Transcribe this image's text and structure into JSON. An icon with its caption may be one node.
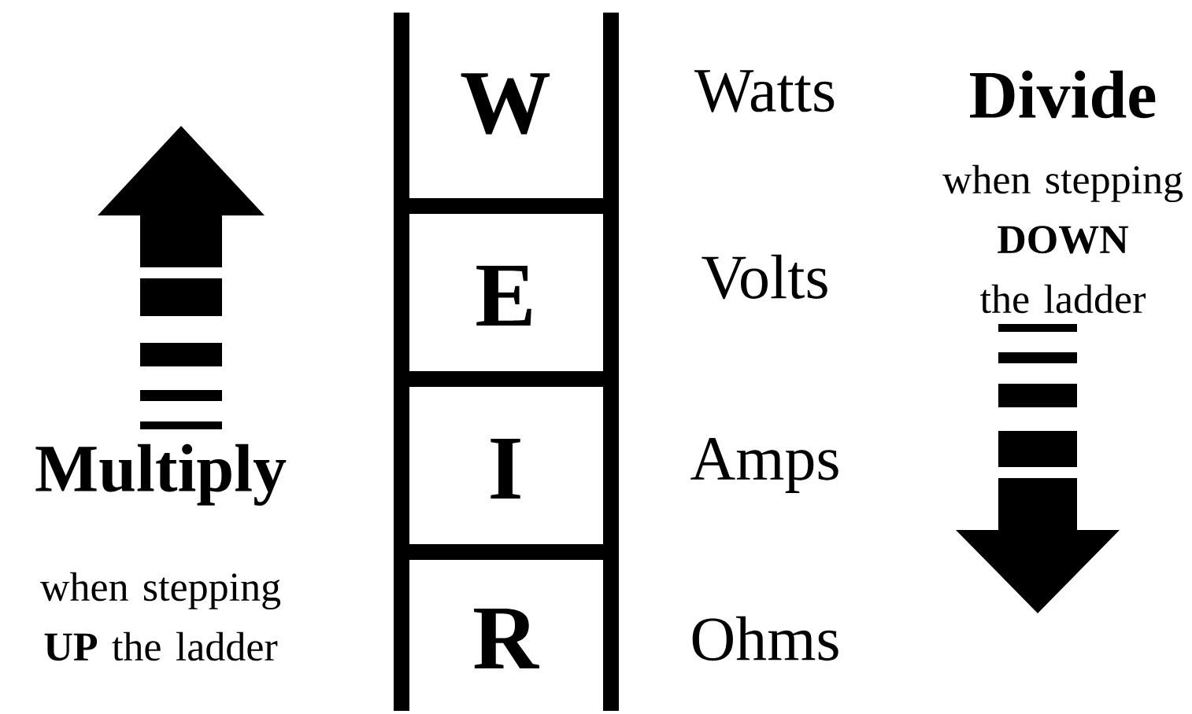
{
  "diagram": {
    "nodes": [
      {
        "text": [
          "W"
        ]
      },
      {
        "text": [
          "E"
        ]
      },
      {
        "text": [
          "I"
        ]
      },
      {
        "text": [
          "R"
        ]
      }
    ],
    "labels": [
      "Watts",
      "Divide",
      "when stepping **DOWN** the ladder",
      "Volts",
      "Amps",
      "Multiply",
      "when stepping **UP** the ladder",
      "Ohms"
    ]
  }
}
